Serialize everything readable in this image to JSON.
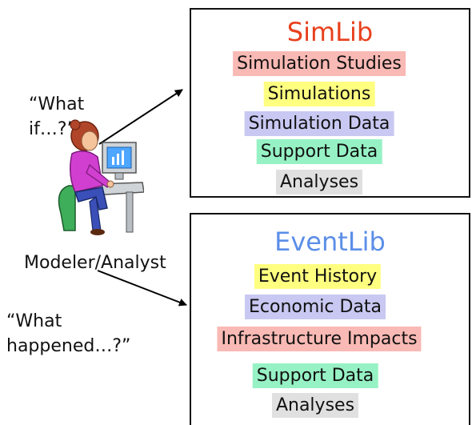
{
  "colors": {
    "simlib_title": "#E8401C",
    "eventlib_title": "#5B8EE8",
    "pink": "#F9B9B4",
    "yellow": "#FFFF80",
    "lavender": "#C8C8F2",
    "green": "#96F2C4",
    "gray": "#E0E0E0"
  },
  "simlib": {
    "title": "SimLib",
    "items": [
      {
        "label": "Simulation Studies",
        "color": "pink"
      },
      {
        "label": "Simulations",
        "color": "yellow"
      },
      {
        "label": "Simulation Data",
        "color": "lavender"
      },
      {
        "label": "Support Data",
        "color": "green"
      },
      {
        "label": "Analyses",
        "color": "gray"
      }
    ]
  },
  "eventlib": {
    "title": "EventLib",
    "items": [
      {
        "label": "Event History",
        "color": "yellow"
      },
      {
        "label": "Economic Data",
        "color": "lavender"
      },
      {
        "label": "Infrastructure Impacts",
        "color": "pink"
      },
      {
        "label": "Support Data",
        "color": "green"
      },
      {
        "label": "Analyses",
        "color": "gray"
      }
    ]
  },
  "quotes": {
    "what_if": "“What\nif…?”",
    "what_happened": "“What\nhappened…?”"
  },
  "actor": {
    "label": "Modeler/Analyst",
    "icon": "person-at-computer-icon"
  }
}
